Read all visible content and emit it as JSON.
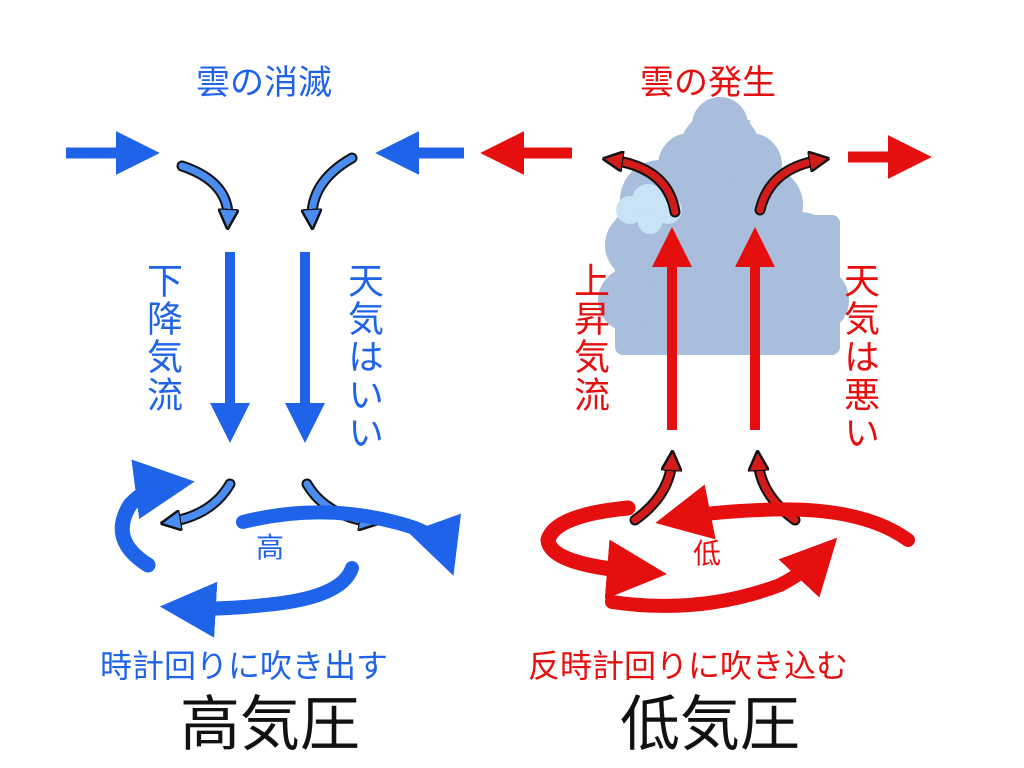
{
  "high": {
    "top_label": "雲の消滅",
    "air_label": "下降気流",
    "weather_label": "天気はいい",
    "center_label": "高",
    "flow_label": "時計回りに吹き出す",
    "title": "高気圧"
  },
  "low": {
    "top_label": "雲の発生",
    "air_label": "上昇気流",
    "weather_label": "天気は悪い",
    "center_label": "低",
    "flow_label": "反時計回りに吹き込む",
    "title": "低気圧"
  },
  "colors": {
    "high": "#1f64e8",
    "low": "#e60f0f",
    "cloud": "#a9bedc",
    "cloud_highlight": "#c7e3f5"
  }
}
